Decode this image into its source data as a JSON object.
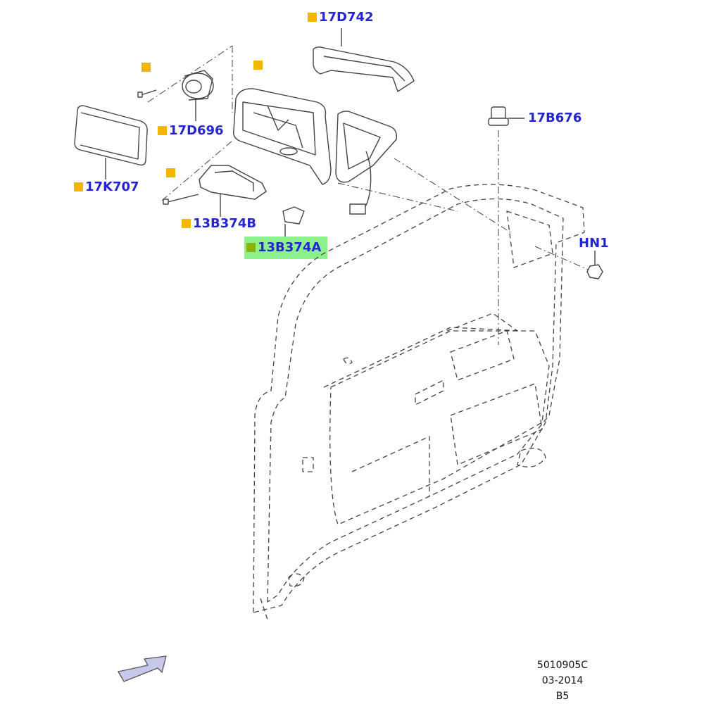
{
  "callouts": {
    "c17d742": "17D742",
    "c17d696": "17D696",
    "c17k707": "17K707",
    "c13b374b": "13B374B",
    "c13b374a": "13B374A",
    "c17b676": "17B676",
    "chn1": "HN1"
  },
  "footer": {
    "code": "5010905C",
    "date": "03-2014",
    "ref": "B5"
  },
  "colors": {
    "callout_text": "#2424d0",
    "marker": "#f2b600",
    "highlight": "#8df18b",
    "line": "#444444",
    "arrow_fill": "#c8c8ec"
  }
}
